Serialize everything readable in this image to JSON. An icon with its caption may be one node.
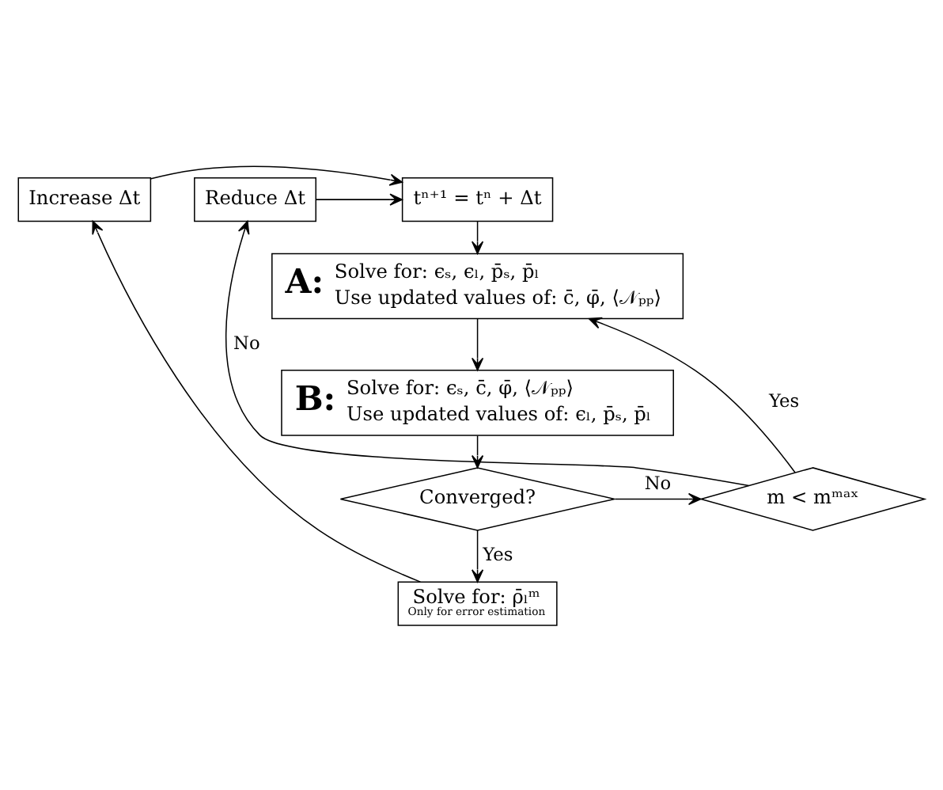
{
  "diagram": {
    "nodes": [
      {
        "text": [
          "Increase Δt"
        ]
      },
      {
        "text": [
          "Reduce Δt"
        ]
      },
      {
        "text": [
          "tⁿ⁺¹ = tⁿ + Δt"
        ]
      },
      {
        "text": [
          "A:",
          "Solve for: ϵₛ, ϵₗ, p̄ₛ, p̄ₗ",
          "Use updated values of: c̄, φ̄, ⟨𝒩ₚₚ⟩"
        ]
      },
      {
        "text": [
          "B:",
          "Solve for: ϵₛ, c̄, φ̄, ⟨𝒩ₚₚ⟩",
          "Use updated values of: ϵₗ, p̄ₛ, p̄ₗ"
        ]
      },
      {
        "text": [
          "Converged?"
        ]
      },
      {
        "text": [
          "m < mᵐᵃˣ"
        ]
      },
      {
        "text": [
          "Solve for: ρ̄ₗᵐ",
          "Only for error estimation"
        ]
      }
    ],
    "edges": [
      {
        "from": 7,
        "to": 0,
        "arrow": "to"
      },
      {
        "from": 0,
        "to": 2,
        "arrow": "to"
      },
      {
        "from": 1,
        "to": 2,
        "arrow": "to"
      },
      {
        "from": 2,
        "to": 3,
        "arrow": "to"
      },
      {
        "from": 6,
        "to": 3,
        "arrow": "to",
        "label": "Yes"
      },
      {
        "from": 3,
        "to": 4,
        "arrow": "to"
      },
      {
        "from": 4,
        "to": 5,
        "arrow": "to"
      },
      {
        "from": 5,
        "to": 6,
        "arrow": "to",
        "label": "No"
      },
      {
        "from": 6,
        "to": 1,
        "arrow": "to",
        "label": "No"
      },
      {
        "from": 5,
        "to": 7,
        "arrow": "to",
        "label": "Yes"
      }
    ]
  }
}
